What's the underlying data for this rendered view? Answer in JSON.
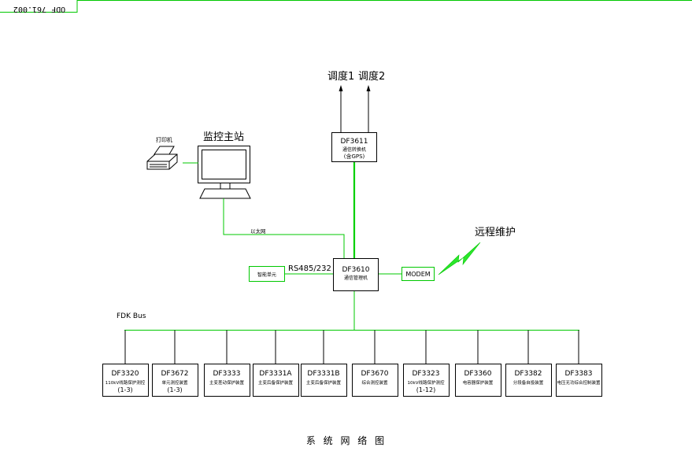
{
  "corner_tag": "ODF 761.002",
  "master_station": "监控主站",
  "printer": "打印机",
  "ethernet": "以太网",
  "dispatch": [
    "调度1",
    "调度2"
  ],
  "df3611": {
    "model": "DF3611",
    "desc": "通信转换机",
    "note": "(含GPS)"
  },
  "df3610": {
    "model": "DF3610",
    "desc": "通信管理机"
  },
  "rs485": "RS485/232",
  "smart_unit": "智能单元",
  "modem": "MODEM",
  "remote": "远程维护",
  "fdk_bus": "FDK Bus",
  "devices": [
    {
      "model": "DF3320",
      "desc": "110kV线路保护测控",
      "range": "(1-3)"
    },
    {
      "model": "DF3672",
      "desc": "单元测控装置",
      "range": "(1-3)"
    },
    {
      "model": "DF3333",
      "desc": "主变差动保护装置",
      "range": ""
    },
    {
      "model": "DF3331A",
      "desc": "主变后备保护装置",
      "range": ""
    },
    {
      "model": "DF3331B",
      "desc": "主变后备保护装置",
      "range": ""
    },
    {
      "model": "DF3670",
      "desc": "综合测控装置",
      "range": ""
    },
    {
      "model": "DF3323",
      "desc": "10kV线路保护测控",
      "range": "(1-12)"
    },
    {
      "model": "DF3360",
      "desc": "电容器保护装置",
      "range": ""
    },
    {
      "model": "DF3382",
      "desc": "分段备自投装置",
      "range": ""
    },
    {
      "model": "DF3383",
      "desc": "电压无功综合控制装置",
      "range": ""
    }
  ],
  "caption": "系 统 网 络 图",
  "colors": {
    "line": "#00c800",
    "frame": "#00c800",
    "ink": "#000000",
    "background": "#ffffff"
  }
}
